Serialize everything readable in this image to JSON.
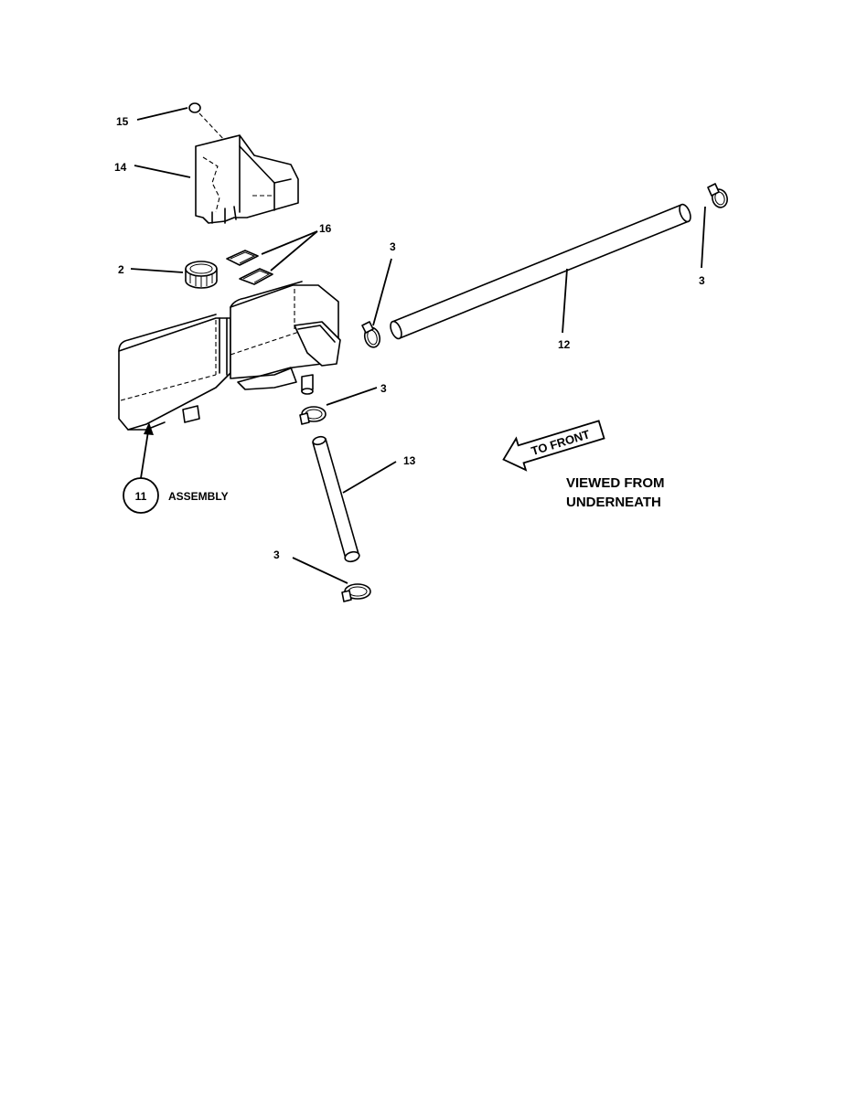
{
  "callouts": {
    "c15": "15",
    "c14": "14",
    "c16": "16",
    "c2": "2",
    "c3_top_pipe": "3",
    "c3_far_right": "3",
    "c12": "12",
    "c3_mid": "3",
    "c13": "13",
    "c3_bottom": "3",
    "c11": "11"
  },
  "labels": {
    "assembly": "ASSEMBLY",
    "to_front": "TO FRONT",
    "viewed_line1": "VIEWED FROM",
    "viewed_line2": "UNDERNEATH"
  }
}
